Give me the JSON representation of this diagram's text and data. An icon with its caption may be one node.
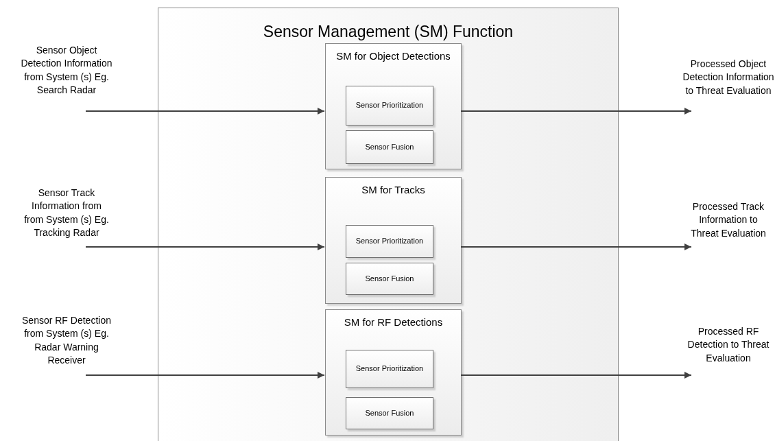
{
  "diagram": {
    "nodes": [
      {
        "text": [
          "Sensor Management (SM) Function"
        ]
      },
      {
        "text": [
          "SM for Object Detections"
        ],
        "in": 0
      },
      {
        "text": [
          "Sensor Prioritization"
        ],
        "in": 1
      },
      {
        "text": [
          "Sensor Fusion"
        ],
        "in": 1
      },
      {
        "text": [
          "SM for Tracks"
        ],
        "in": 0
      },
      {
        "text": [
          "Sensor Prioritization"
        ],
        "in": 4
      },
      {
        "text": [
          "Sensor Fusion"
        ],
        "in": 4
      },
      {
        "text": [
          "SM for RF Detections"
        ],
        "in": 0
      },
      {
        "text": [
          "Sensor Prioritization"
        ],
        "in": 7
      },
      {
        "text": [
          "Sensor Fusion"
        ],
        "in": 7
      },
      {
        "text": [
          "Sensor Object Detection Information from System (s) Eg. Search Radar"
        ]
      },
      {
        "text": [
          "Sensor Track Information from from System (s) Eg. Tracking Radar"
        ]
      },
      {
        "text": [
          "Sensor RF Detection from System (s) Eg. Radar Warning Receiver"
        ]
      },
      {
        "text": [
          "Processed Object Detection Information to Threat Evaluation"
        ]
      },
      {
        "text": [
          "Processed Track Information to Threat Evaluation"
        ]
      },
      {
        "text": [
          "Processed RF Detection to Threat Evaluation"
        ]
      }
    ],
    "edges": [
      {
        "from": 10,
        "to": 1,
        "arrow": "to"
      },
      {
        "from": 1,
        "to": 13,
        "arrow": "to"
      },
      {
        "from": 11,
        "to": 4,
        "arrow": "to"
      },
      {
        "from": 4,
        "to": 14,
        "arrow": "to"
      },
      {
        "from": 12,
        "to": 7,
        "arrow": "to"
      },
      {
        "from": 7,
        "to": 15,
        "arrow": "to"
      }
    ]
  }
}
